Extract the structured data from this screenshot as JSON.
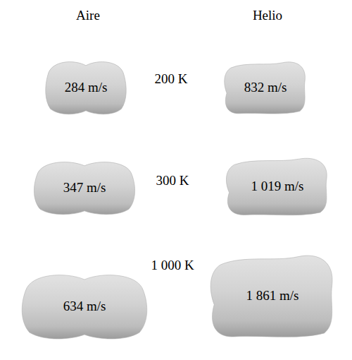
{
  "diagram": {
    "nodes": [
      {
        "text": [
          "284 m/s"
        ]
      },
      {
        "text": [
          "832 m/s"
        ]
      },
      {
        "text": [
          "347 m/s"
        ]
      },
      {
        "text": [
          "1 019 m/s"
        ]
      },
      {
        "text": [
          "634 m/s"
        ]
      },
      {
        "text": [
          "1 861 m/s"
        ]
      }
    ],
    "labels": [
      "Aire",
      "Helio",
      "200 K",
      "300 K",
      "1 000 K"
    ]
  }
}
